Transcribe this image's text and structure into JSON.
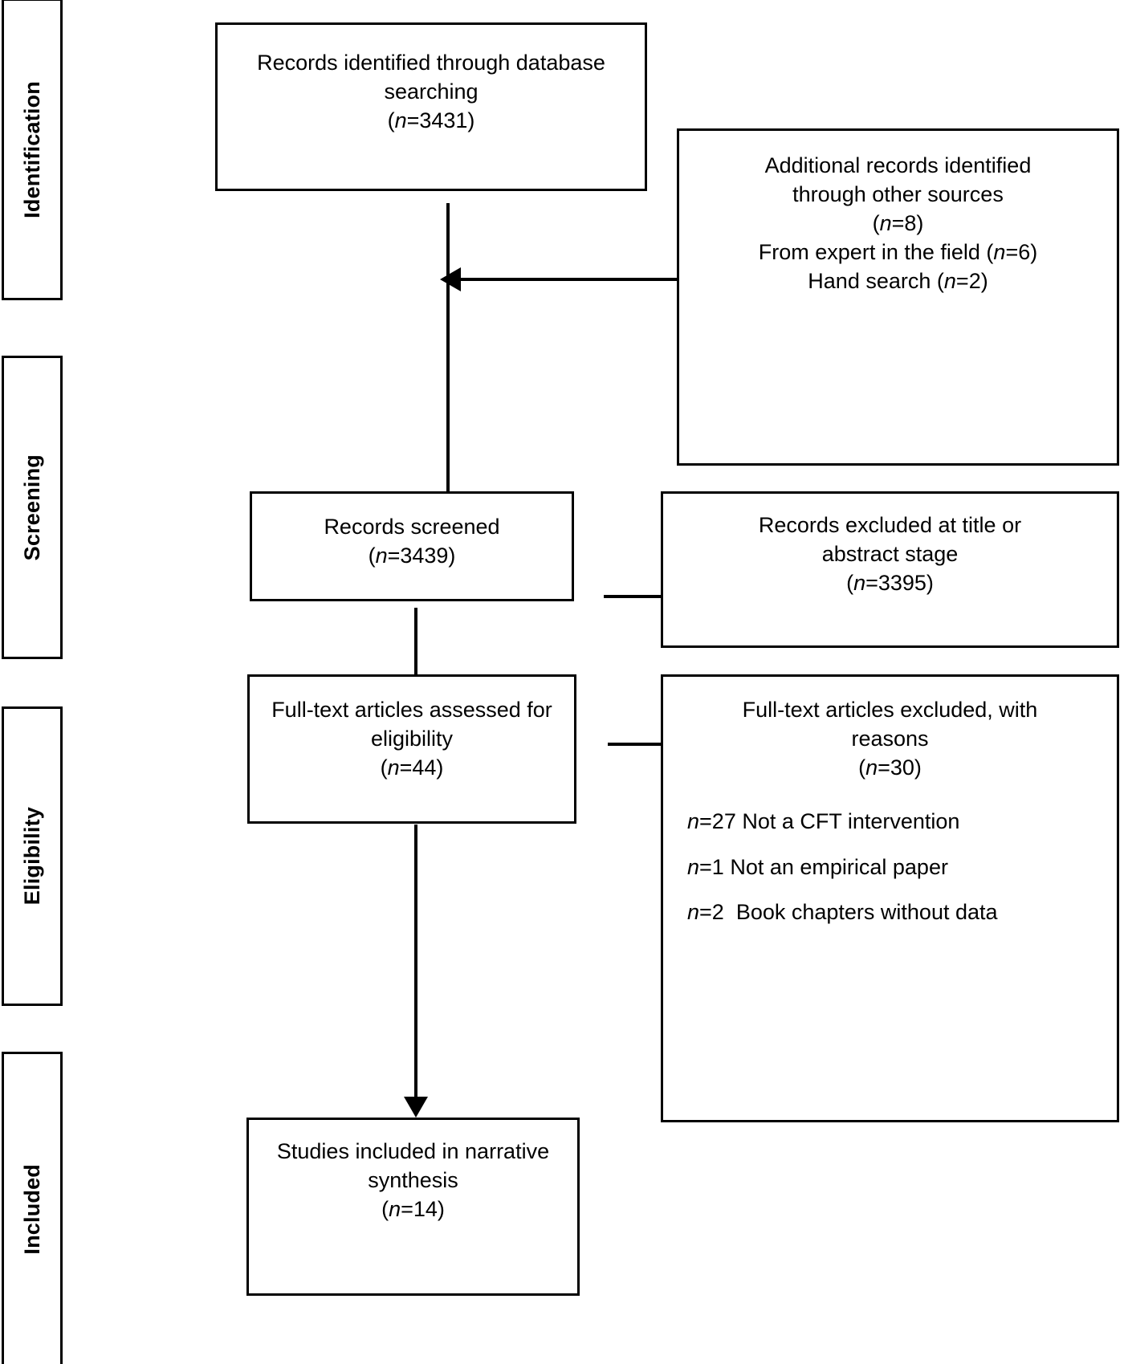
{
  "diagram": {
    "type": "prisma-flow-diagram",
    "stages": [
      {
        "id": "identification",
        "label": "Identification"
      },
      {
        "id": "screening",
        "label": "Screening"
      },
      {
        "id": "eligibility",
        "label": "Eligibility"
      },
      {
        "id": "included",
        "label": "Included"
      }
    ],
    "boxes": {
      "database_search": {
        "lines": [
          "Records identified through database",
          "searching",
          "(<i>n</i>=3431)"
        ]
      },
      "other_sources": {
        "lines": [
          "Additional records identified",
          "through other sources",
          "(<i>n</i>=8)",
          "From expert in the field (<i>n</i>=6)",
          "Hand search (<i>n</i>=2)"
        ]
      },
      "records_screened": {
        "lines": [
          "Records screened",
          "(<i>n</i>=3439)"
        ]
      },
      "records_excluded": {
        "lines": [
          "Records excluded at title or",
          "abstract stage",
          "(<i>n</i>=3395)"
        ]
      },
      "fulltext_assessed": {
        "lines": [
          "Full-text articles assessed for",
          "eligibility",
          "(<i>n</i>=44)"
        ]
      },
      "fulltext_excluded": {
        "lines": [
          "Full-text articles excluded, with",
          "reasons",
          "(<i>n</i>=30)"
        ],
        "reasons": [
          "<i>n</i>=27 Not a CFT intervention",
          "<i>n</i>=1 Not an empirical paper",
          "<i>n</i>=2&nbsp; Book chapters without data"
        ]
      },
      "studies_included": {
        "lines": [
          "Studies included in narrative",
          "synthesis",
          "(<i>n</i>=14)"
        ]
      }
    },
    "counts": {
      "database_search": 3431,
      "other_sources_total": 8,
      "from_expert": 6,
      "hand_search": 2,
      "records_screened": 3439,
      "records_excluded": 3395,
      "fulltext_assessed": 44,
      "fulltext_excluded": 30,
      "excluded_not_cft": 27,
      "excluded_not_empirical": 1,
      "excluded_book_chapters": 2,
      "studies_included": 14
    },
    "colors": {
      "stroke": "#000000",
      "fill": "#ffffff",
      "text": "#000000"
    }
  }
}
